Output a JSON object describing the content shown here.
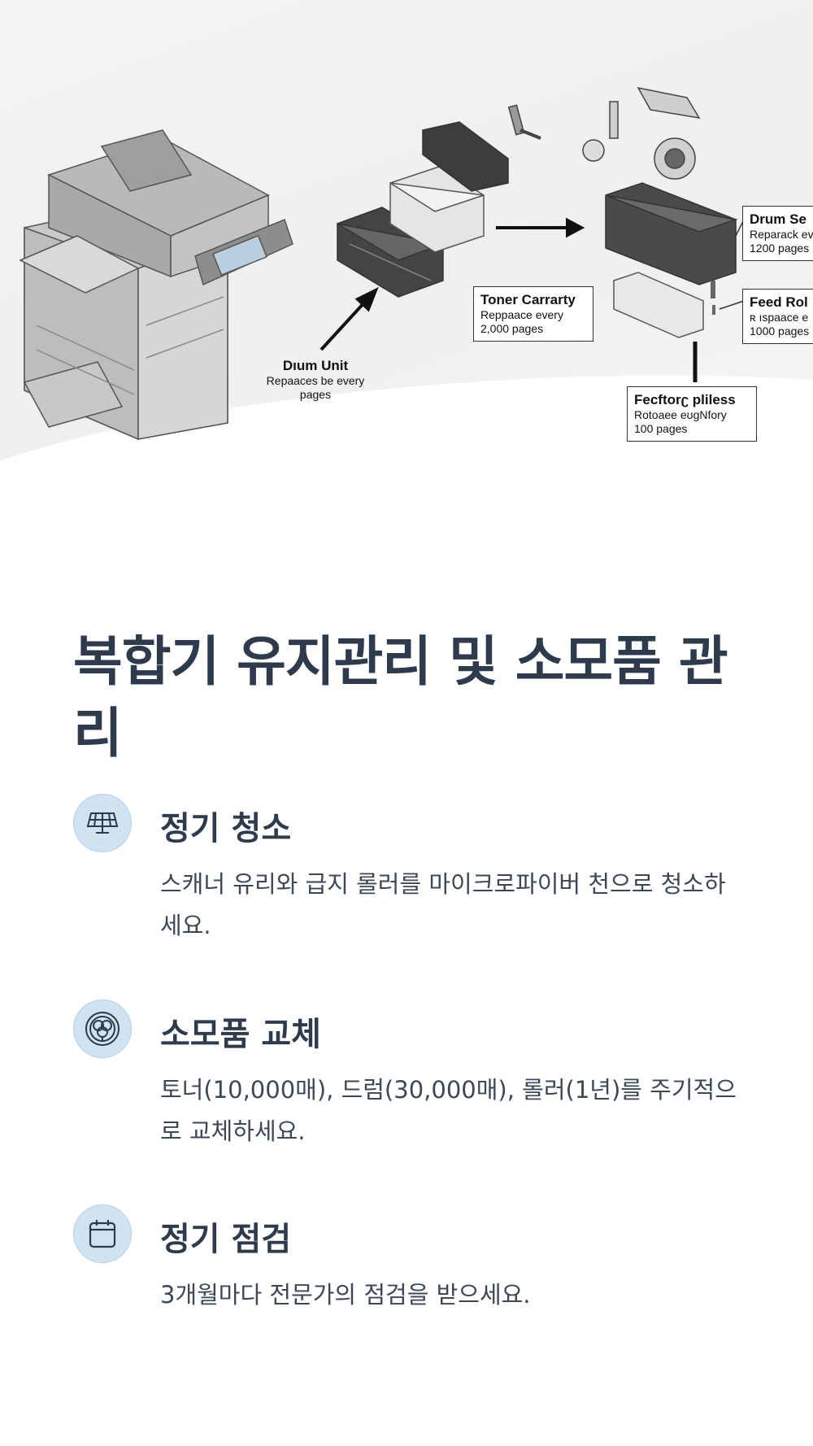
{
  "hero": {
    "labels": {
      "drum_unit": {
        "title": "Dıum Unit",
        "line1": "Repaaces be every",
        "line2": "pages"
      },
      "toner": {
        "title": "Toner Carrarty",
        "line1": "Reppaace every",
        "line2": "2,000 pages"
      },
      "drum_set": {
        "title": "Drum Se",
        "line1": "Reparack ev",
        "line2": "1200 pages"
      },
      "feed_roller": {
        "title": "Feed Rol",
        "line1": "ʀ ıspaace e",
        "line2": "1000 pages"
      },
      "fuser": {
        "title": "Fecftorʗ pliless",
        "line1": "Rotoaee eʊgNfory",
        "line2": "100 pages"
      }
    }
  },
  "title": "복합기 유지관리 및 소모품 관리",
  "items": [
    {
      "icon": "solar-panel-icon",
      "title": "정기 청소",
      "desc": "스캐너 유리와 급지 롤러를 마이크로파이버 천으로 청소하세요."
    },
    {
      "icon": "recycle-flower-icon",
      "title": "소모품 교체",
      "desc": "토너(10,000매), 드럼(30,000매), 롤러(1년)를 주기적으로 교체하세요."
    },
    {
      "icon": "calendar-icon",
      "title": "정기 점검",
      "desc": "3개월마다 전문가의 점검을 받으세요."
    }
  ],
  "colors": {
    "icon_bg": "#cfe3f3",
    "text": "#2d3b4c",
    "icon_stroke": "#2d3b4c"
  }
}
